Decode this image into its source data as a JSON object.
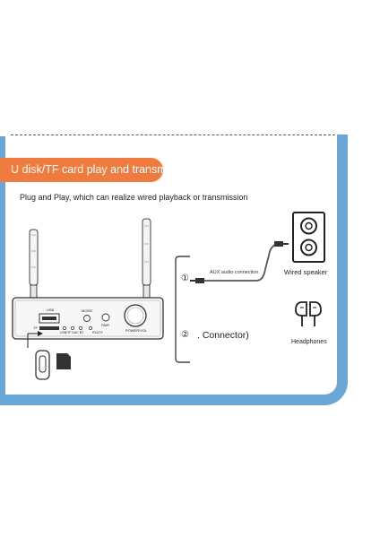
{
  "header": {
    "title": "U disk/TF card play and transmit"
  },
  "subtitle": "Plug and Play, which can realize wired playback or transmission",
  "device": {
    "usb_label": "USB",
    "tf_label": "TF",
    "mode_label": "MODE",
    "pair_label": "PAIR",
    "power_label": "POWER/VOL",
    "indicators": "USB/TF  DAC  BT",
    "rxtx_label": "RX&TX"
  },
  "options": {
    "one": {
      "marker": "①",
      "label": "AUX audio connection"
    },
    "two": {
      "marker": "②",
      "label": ". Connector)"
    }
  },
  "outputs": {
    "speaker": "Wired speaker",
    "headphones": "Headphones"
  },
  "colors": {
    "accent": "#f07b3e",
    "frame": "#6aa6d6"
  }
}
